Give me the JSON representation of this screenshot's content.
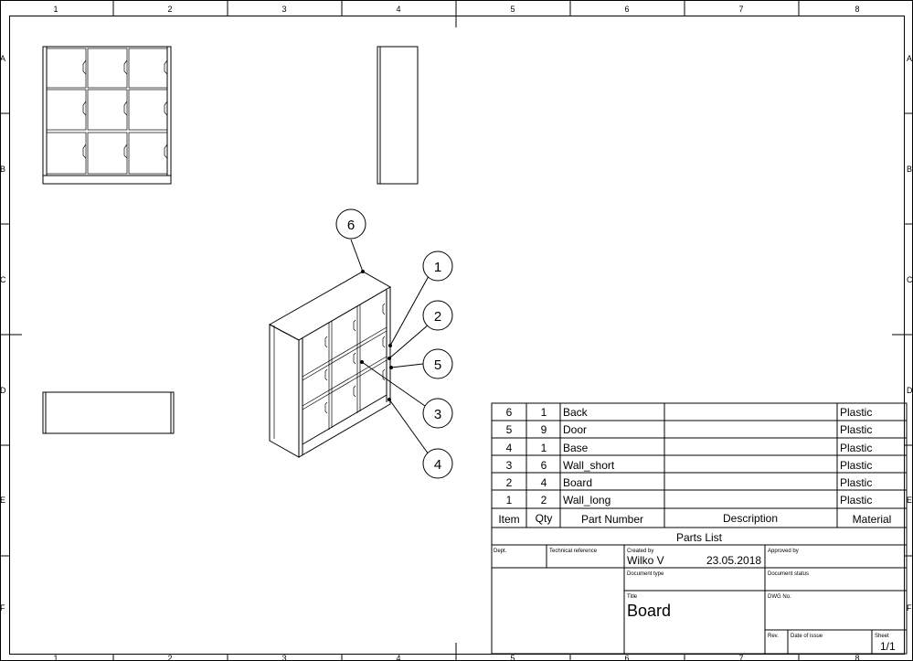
{
  "grid": {
    "columns": [
      "1",
      "2",
      "3",
      "4",
      "5",
      "6",
      "7",
      "8"
    ],
    "rows": [
      "A",
      "B",
      "C",
      "D",
      "E",
      "F"
    ]
  },
  "balloons": [
    "1",
    "2",
    "3",
    "4",
    "5",
    "6"
  ],
  "parts_list": {
    "caption": "Parts List",
    "headers": {
      "item": "Item",
      "qty": "Qty",
      "part": "Part Number",
      "desc": "Description",
      "material": "Material"
    },
    "rows": [
      {
        "item": "6",
        "qty": "1",
        "part": "Back",
        "desc": "",
        "material": "Plastic"
      },
      {
        "item": "5",
        "qty": "9",
        "part": "Door",
        "desc": "",
        "material": "Plastic"
      },
      {
        "item": "4",
        "qty": "1",
        "part": "Base",
        "desc": "",
        "material": "Plastic"
      },
      {
        "item": "3",
        "qty": "6",
        "part": "Wall_short",
        "desc": "",
        "material": "Plastic"
      },
      {
        "item": "2",
        "qty": "4",
        "part": "Board",
        "desc": "",
        "material": "Plastic"
      },
      {
        "item": "1",
        "qty": "2",
        "part": "Wall_long",
        "desc": "",
        "material": "Plastic"
      }
    ]
  },
  "title_block": {
    "dept_label": "Dept.",
    "tech_ref_label": "Technical reference",
    "created_by_label": "Created by",
    "created_by": "Wilko V",
    "date": "23.05.2018",
    "approved_by_label": "Approved by",
    "doc_type_label": "Document type",
    "doc_status_label": "Document status",
    "title_label": "Title",
    "title": "Board",
    "dwg_label": "DWG No.",
    "rev_label": "Rev.",
    "date_issue_label": "Date of issue",
    "sheet_label": "Sheet",
    "sheet": "1/1"
  }
}
